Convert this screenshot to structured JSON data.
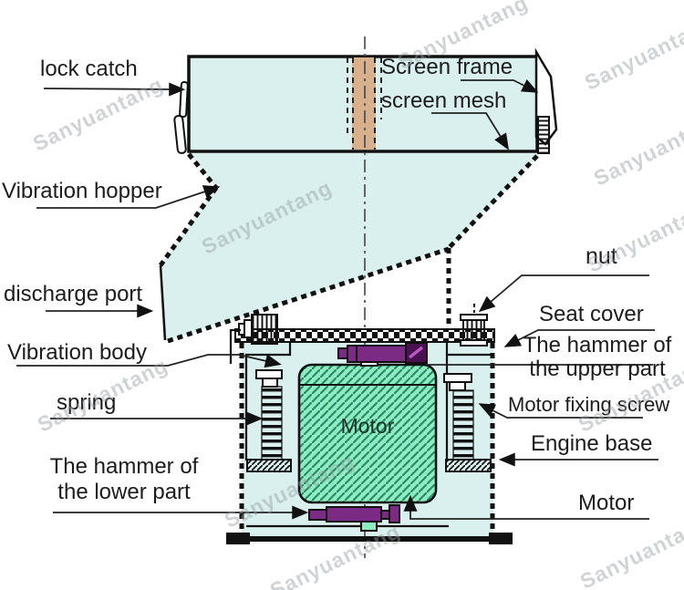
{
  "watermark": {
    "text": "Sanyuantang"
  },
  "labels": {
    "lock_catch": {
      "text": "lock catch"
    },
    "screen_frame": {
      "text": "Screen frame"
    },
    "screen_mesh": {
      "text": "screen mesh"
    },
    "vibration_hopper": {
      "text": "Vibration hopper"
    },
    "discharge_port": {
      "text": "discharge port"
    },
    "vibration_body": {
      "text": "Vibration body"
    },
    "spring": {
      "text": "spring"
    },
    "hammer_lower": {
      "line1": "The hammer of",
      "line2": "the lower part"
    },
    "nut": {
      "text": "nut"
    },
    "seat_cover": {
      "text": "Seat cover"
    },
    "hammer_upper": {
      "line1": "The hammer of",
      "line2": "the upper part"
    },
    "motor_fixing_screw": {
      "text": "Motor fixing screw"
    },
    "engine_base": {
      "text": "Engine base"
    },
    "motor_side": {
      "text": "Motor"
    },
    "motor_block": {
      "text": "Motor"
    }
  },
  "colors": {
    "hopper_fill": "#d9f0ee",
    "motor_fill": "#8beec0",
    "hammer_purple": "#7b2b84",
    "hammer_dark": "#4a1150",
    "mesh_tan": "#d8b18c",
    "line": "#1a1a1a"
  }
}
